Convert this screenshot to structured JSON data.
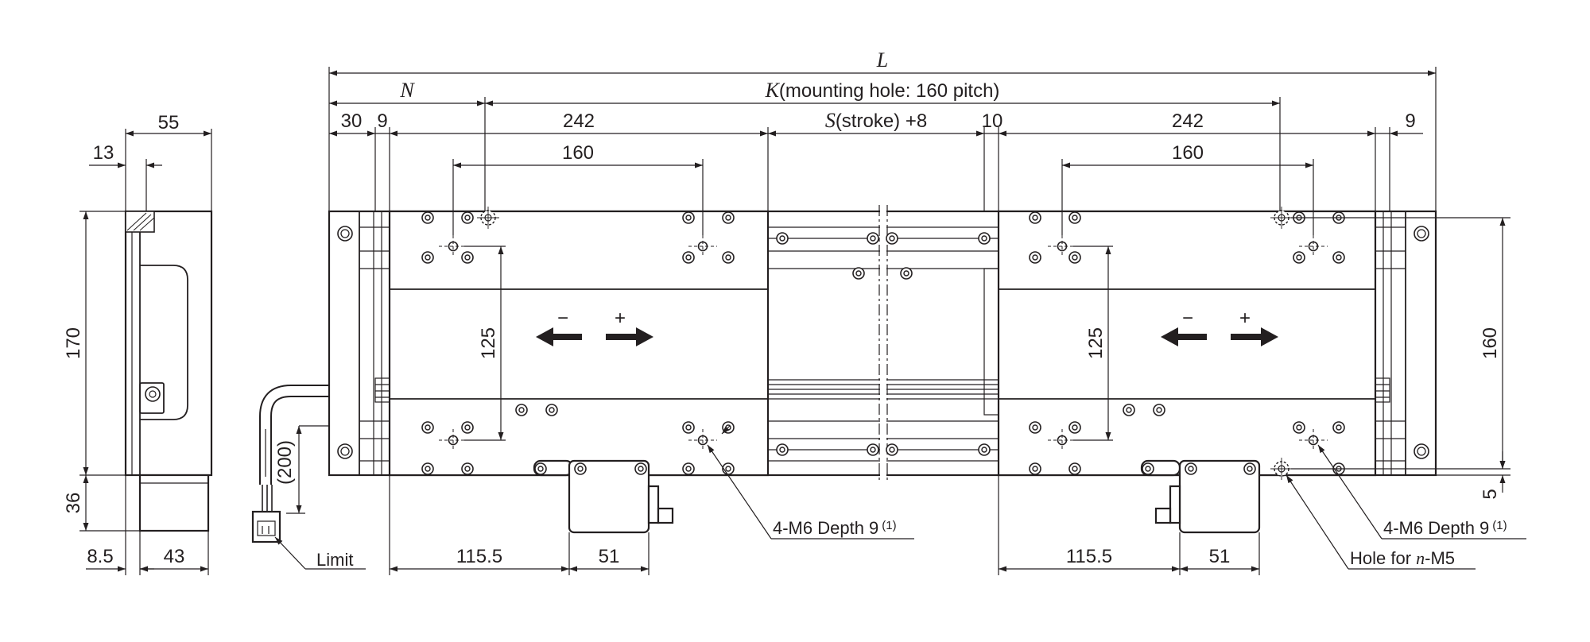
{
  "dimensions": {
    "L": "L",
    "N": "N",
    "K_var": "K",
    "K_note": "(mounting hole: 160 pitch)",
    "S_var": "S",
    "S_note": "(stroke) +8",
    "d30": "30",
    "d9": "9",
    "d242": "242",
    "d160": "160",
    "d10": "10",
    "d125": "125",
    "d115_5": "115.5",
    "d51": "51",
    "d5": "5",
    "d55": "55",
    "d13": "13",
    "d170": "170",
    "d36": "36",
    "d8_5": "8.5",
    "d43": "43",
    "d200": "(200)"
  },
  "callouts": {
    "m6_text": "4-M6 Depth 9",
    "m6_ref": "(1)",
    "hole_prefix": "Hole for ",
    "hole_var": "n",
    "hole_suffix": "-M5",
    "limit": "Limit"
  },
  "arrows": {
    "minus": "−",
    "plus": "+"
  }
}
